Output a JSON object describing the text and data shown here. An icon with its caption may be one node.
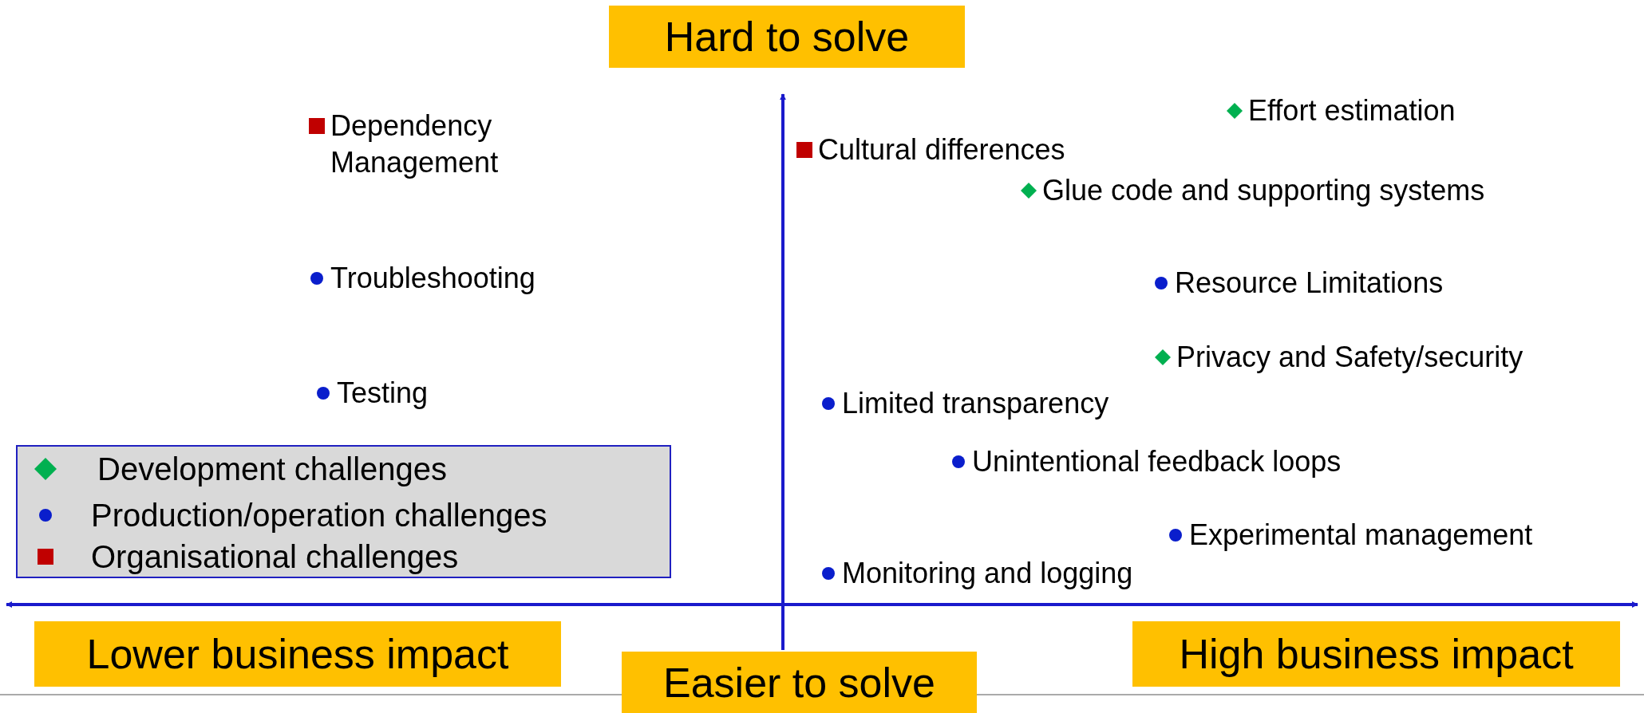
{
  "diagram": {
    "labels": [
      "Hard to solve",
      "Effort estimation",
      "Dependency Management",
      "Cultural differences",
      "Glue code and supporting systems",
      "Troubleshooting",
      "Resource Limitations",
      "Privacy and Safety/security",
      "Testing",
      "Limited transparency",
      "Unintentional feedback loops",
      "Experimental management",
      "Monitoring and logging",
      "Lower business impact",
      "High business impact",
      "Easier to solve"
    ],
    "legend": [
      {
        "text": "Development challenges",
        "color": "#00b050"
      },
      {
        "text": "Production/operation challenges",
        "color": "#0a1ecc"
      },
      {
        "text": "Organisational challenges",
        "color": "#c00000"
      }
    ]
  }
}
